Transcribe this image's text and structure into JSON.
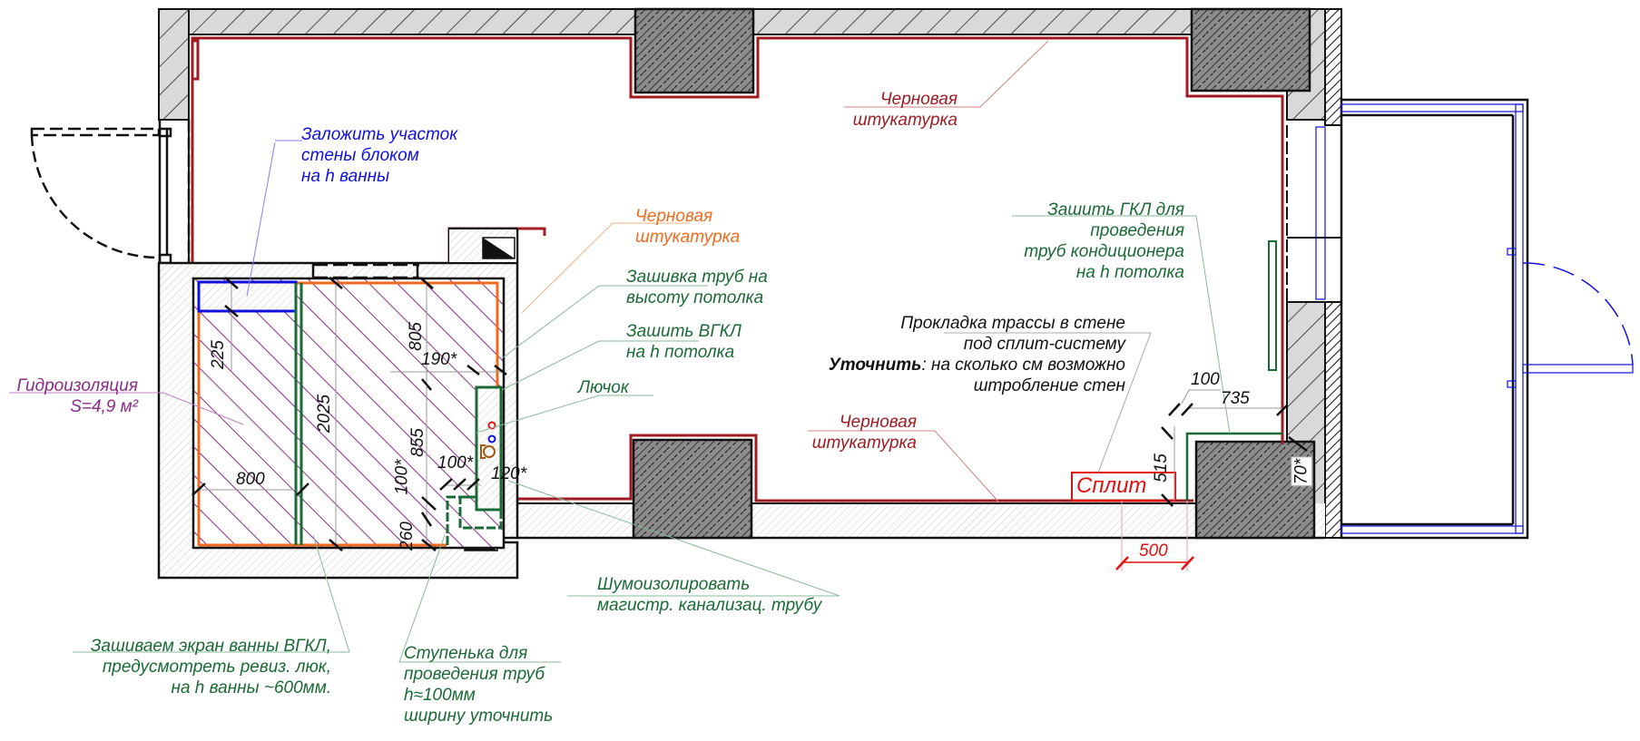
{
  "labels": {
    "zalozhit": [
      "Заложить участок",
      "стены блоком",
      "на h ванны"
    ],
    "chernovaya_top": [
      "Черновая",
      "штукатурка"
    ],
    "chernovaya_orange": [
      "Черновая",
      "штукатурка"
    ],
    "zashivka_trub": [
      "Зашивка труб на",
      "высоту потолка"
    ],
    "zashit_vgkl": [
      "Зашить ВГКЛ",
      "на h потолка"
    ],
    "luchok": "Лючок",
    "gidroizolyaciya": [
      "Гидроизоляция",
      "S=4,9 м²"
    ],
    "zashit_gkl": [
      "Зашить ГКЛ  для",
      "проведения",
      "труб кондиционера",
      "на h потолка"
    ],
    "prokladka": {
      "line1": "Прокладка трассы в стене",
      "line2": "под сплит-систему",
      "line3_bold": "Уточнить",
      "line3_rest": ": на сколько см возможно",
      "line4": "штробление стен"
    },
    "chernovaya_bottom": [
      "Черновая",
      "штукатурка"
    ],
    "split": "Сплит",
    "shumoizolirovat": [
      "Шумоизолировать",
      "магистр. канализац. трубу"
    ],
    "zashivaem_ekran": [
      "Зашиваем экран  ванны ВГКЛ,",
      "предусмотреть ревиз. люк,",
      "на h ванны ~600мм."
    ],
    "stupenka": [
      "Ступенька для",
      "проведения труб",
      "h≈100мм",
      "ширину уточнить"
    ]
  },
  "dimensions": {
    "d225": "225",
    "d805": "805",
    "d190": "190*",
    "d2025": "2025",
    "d855": "855",
    "d800": "800",
    "d100v": "100*",
    "d100h": "100*",
    "d120": "120*",
    "d260": "260",
    "d100_right": "100",
    "d735": "735",
    "d515": "515",
    "d70": "70*",
    "d500": "500"
  },
  "colors": {
    "plaster_line": "#a01c22",
    "plaster_orange": "#f06a1e",
    "drywall_green": "#1a6a35",
    "waterproofing_purple": "#8a2b8a",
    "block_blue": "#1010e0",
    "split_red": "#e01010",
    "column_fill": "#8c8c8c",
    "wall_fill": "#d9d9d9"
  }
}
